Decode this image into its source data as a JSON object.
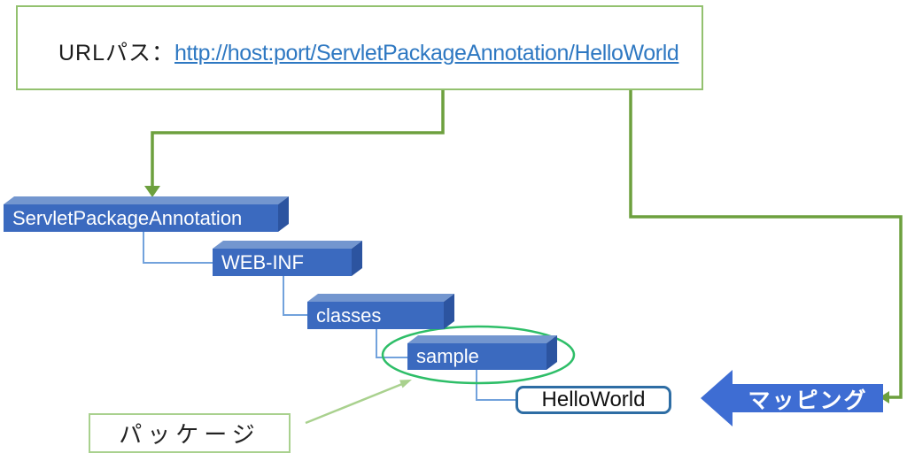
{
  "url_box": {
    "label": "URLパス：",
    "link": "http://host:port/ServletPackageAnnotation/HelloWorld"
  },
  "tree": {
    "folders": [
      {
        "label": "ServletPackageAnnotation"
      },
      {
        "label": "WEB-INF"
      },
      {
        "label": "classes"
      },
      {
        "label": "sample"
      }
    ],
    "file": {
      "label": "HelloWorld"
    }
  },
  "annotations": {
    "package_label": "パッケージ",
    "mapping_label": "マッピング"
  },
  "colors": {
    "green-dark": "#6DA03E",
    "green-light": "#A9D18E",
    "green-border": "#93C16F",
    "green-ellipse": "#2EBE68",
    "blue-face": "#3B6ABF",
    "blue-top": "#7396CF",
    "blue-side": "#2C54A0",
    "blue-conn": "#72A2DC",
    "blue-link": "#2E78C2",
    "blue-arrow": "#3E6DD3",
    "blue-file-border": "#2E6DA4"
  }
}
